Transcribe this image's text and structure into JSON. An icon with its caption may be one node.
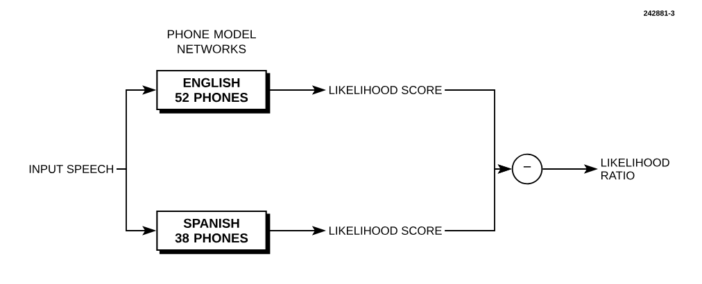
{
  "diagram": {
    "nodes": [
      {
        "text": [
          "INPUT SPEECH"
        ]
      },
      {
        "text": [
          "ENGLISH 52 PHONES"
        ]
      },
      {
        "text": [
          "SPANISH 38 PHONES"
        ]
      },
      {
        "text": [
          "LIKELIHOOD SCORE"
        ]
      },
      {
        "text": [
          "LIKELIHOOD SCORE"
        ]
      },
      {
        "text": [
          "−"
        ]
      },
      {
        "text": [
          "LIKELIHOOD RATIO"
        ]
      }
    ],
    "edges": [
      {
        "from": 0,
        "to": 1,
        "arrow": "to"
      },
      {
        "from": 0,
        "to": 2,
        "arrow": "to"
      },
      {
        "from": 1,
        "to": 3,
        "arrow": "to"
      },
      {
        "from": 2,
        "to": 4,
        "arrow": "to"
      },
      {
        "from": 3,
        "to": 5,
        "arrow": "to"
      },
      {
        "from": 4,
        "to": 5,
        "arrow": "to"
      },
      {
        "from": 5,
        "to": 6,
        "arrow": "to"
      }
    ],
    "labels": [
      "242881-3",
      "PHONE MODEL NETWORKS"
    ]
  }
}
